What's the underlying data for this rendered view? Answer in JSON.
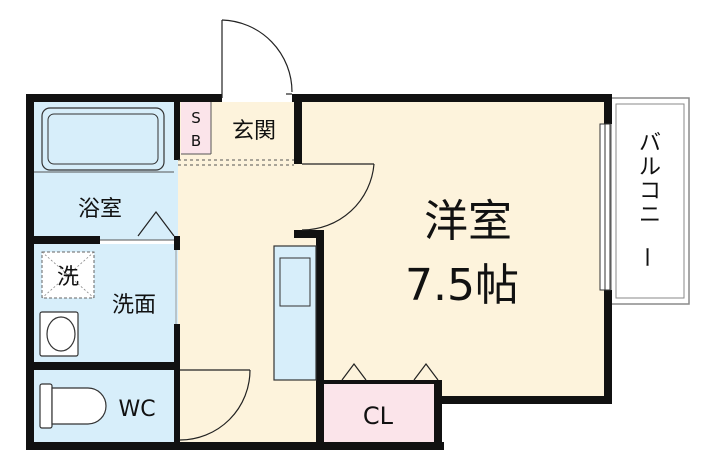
{
  "floorplan": {
    "rooms": {
      "western_room": {
        "name": "洋室",
        "size": "7.5帖"
      },
      "bathroom": {
        "name": "浴室"
      },
      "washroom": {
        "name": "洗面"
      },
      "washer": {
        "name": "洗"
      },
      "toilet": {
        "name": "WC"
      },
      "entrance": {
        "name": "玄関"
      },
      "shoe_box": {
        "line1": "S",
        "line2": "B"
      },
      "closet": {
        "name": "CL"
      },
      "balcony": {
        "name": "バルコニー"
      }
    },
    "colors": {
      "western_room": "#fdf3dc",
      "corridor": "#fdf3dc",
      "wet_area": "#d7eefa",
      "closet": "#fbe4ea",
      "shoe_box": "#fbe4ea",
      "wall": "#111111"
    }
  }
}
